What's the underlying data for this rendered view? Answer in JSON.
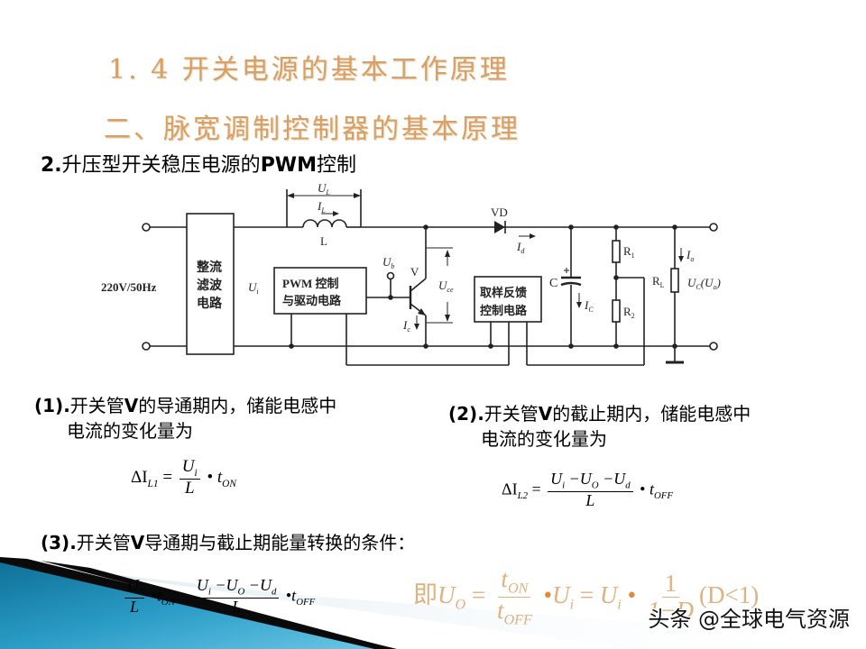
{
  "slide": {
    "title": "1. 4  开关电源的基本工作原理",
    "section": "二、脉宽调制控制器的基本原理",
    "subheading": {
      "number": "2.",
      "text_before": "升压型开关稳压电源的",
      "bold": "PWM",
      "text_after": "控制"
    }
  },
  "diagram": {
    "input_label": "220V/50Hz",
    "rectifier_lines": [
      "整流",
      "滤波",
      "电路"
    ],
    "ui_label": "U",
    "ui_sub": "i",
    "ul_label": "U",
    "ul_sub": "L",
    "il_label": "I",
    "il_sub": "L",
    "inductor_label": "L",
    "pwm_box_lines": [
      "PWM 控制",
      "与驱动电路"
    ],
    "ub_label": "U",
    "ub_sub": "b",
    "transistor_label": "V",
    "uce_label": "U",
    "uce_sub": "ce",
    "ic_label": "I",
    "ic_sub": "c",
    "diode_label": "VD",
    "id_label": "I",
    "id_sub": "d",
    "feedback_box_lines": [
      "取样反馈",
      "控制电路"
    ],
    "cap_label": "C",
    "icap_label": "I",
    "icap_sub": "C",
    "r1_label": "R",
    "r1_sub": "1",
    "r2_label": "R",
    "r2_sub": "2",
    "rl_label": "R",
    "rl_sub": "L",
    "io_label": "I",
    "io_sub": "o",
    "uc_label": "U",
    "uc_sub": "C",
    "uo_paren": "(U",
    "uo_sub": "o",
    "uo_close": ")"
  },
  "items": [
    {
      "number": "(1).",
      "text_before": "开关管",
      "bold": "V",
      "text_after": "的导通期内，储能电感中",
      "line2": "电流的变化量为",
      "formula": {
        "lhs": "ΔI",
        "lhs_sub": "L1",
        "eq": "=",
        "num": "U",
        "num_sub": "i",
        "den": "L",
        "dot": "•",
        "t": "t",
        "t_sub": "ON"
      }
    },
    {
      "number": "(2).",
      "text_before": "开关管",
      "bold": "V",
      "text_after": "的截止期内，储能电感中",
      "line2": "电流的变化量为",
      "formula": {
        "lhs": "ΔI",
        "lhs_sub": "L2",
        "eq": "=",
        "num": "U",
        "num_sub": "i",
        "num_mid": " −U",
        "num_mid_sub": "O",
        "num_end": " −U",
        "num_end_sub": "d",
        "den": "L",
        "dot": "•",
        "t": "t",
        "t_sub": "OFF"
      }
    },
    {
      "number": "(3).",
      "text_before": "开关管",
      "bold": "V",
      "text_after": "导通期与截止期能量转换的条件："
    }
  ],
  "condition_formula": {
    "left_num": "U",
    "left_num_sub": "i",
    "left_den": "L",
    "dot": "•",
    "t_on": "t",
    "t_on_sub": "ON",
    "right_num": "U",
    "right_num_sub": "i",
    "right_mid": " −U",
    "right_mid_sub": "O",
    "right_end": " −U",
    "right_end_sub": "d",
    "right_den": "L",
    "t_off": "t",
    "t_off_sub": "OFF"
  },
  "result_formula": {
    "prefix": "即",
    "uo": "U",
    "uo_sub": "O",
    "eq": "=",
    "num": "t",
    "num_sub": "ON",
    "den": "t",
    "den_sub": "OFF",
    "dot": "•",
    "ui": "U",
    "ui_sub": "i",
    "eq2": "=",
    "ui2": "U",
    "ui2_sub": "i",
    "num2": "1",
    "den2": "1−D",
    "cond": "(D<1)"
  },
  "watermark": "头条 @全球电气资源",
  "colors": {
    "title": "#d8a064",
    "result_formula": "#e0b07e",
    "accent_dot": "#e08a3a",
    "corner_blue": "#2a8fb8",
    "corner_stripe": "#0a0a0a"
  }
}
